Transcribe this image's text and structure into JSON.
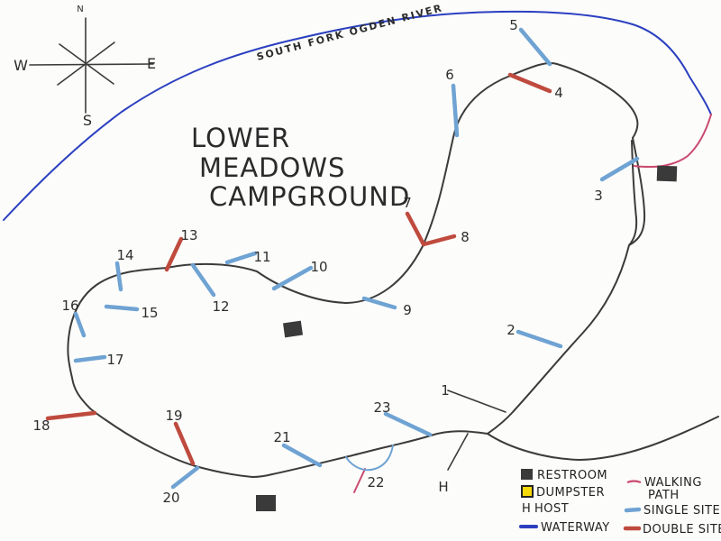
{
  "title": {
    "line1": "LOWER",
    "line2": "MEADOWS",
    "line3": "CAMPGROUND"
  },
  "river_label": "SOUTH FORK OGDEN RIVER",
  "compass": {
    "north": "N",
    "south": "S",
    "east": "E",
    "west": "W"
  },
  "host_marker": "H",
  "colors": {
    "waterway": "#2b3fc0",
    "walking_path": "#c9496f",
    "single_site": "#6fa3d3",
    "double_site": "#bf4a3e",
    "road": "#3b3b3b",
    "restroom": "#3a3a3a",
    "dumpster_fill": "#f5d90a"
  },
  "sites": [
    {
      "number": "1",
      "type": "unmarked"
    },
    {
      "number": "2",
      "type": "single"
    },
    {
      "number": "3",
      "type": "single"
    },
    {
      "number": "4",
      "type": "double"
    },
    {
      "number": "5",
      "type": "single"
    },
    {
      "number": "6",
      "type": "single"
    },
    {
      "number": "7",
      "type": "double"
    },
    {
      "number": "8",
      "type": "double"
    },
    {
      "number": "9",
      "type": "single"
    },
    {
      "number": "10",
      "type": "single"
    },
    {
      "number": "11",
      "type": "single"
    },
    {
      "number": "12",
      "type": "single"
    },
    {
      "number": "13",
      "type": "double"
    },
    {
      "number": "14",
      "type": "single"
    },
    {
      "number": "15",
      "type": "single"
    },
    {
      "number": "16",
      "type": "single"
    },
    {
      "number": "17",
      "type": "single"
    },
    {
      "number": "18",
      "type": "double"
    },
    {
      "number": "19",
      "type": "double"
    },
    {
      "number": "20",
      "type": "single"
    },
    {
      "number": "21",
      "type": "single"
    },
    {
      "number": "22",
      "type": "single"
    },
    {
      "number": "23",
      "type": "single"
    }
  ],
  "legend": {
    "restroom": "RESTROOM",
    "dumpster": "DUMPSTER",
    "host_symbol": "H",
    "host": "HOST",
    "waterway": "WATERWAY",
    "walking_line1": "WALKING",
    "walking_line2": "PATH",
    "single_site": "SINGLE SITE",
    "double_site": "DOUBLE SITE"
  }
}
